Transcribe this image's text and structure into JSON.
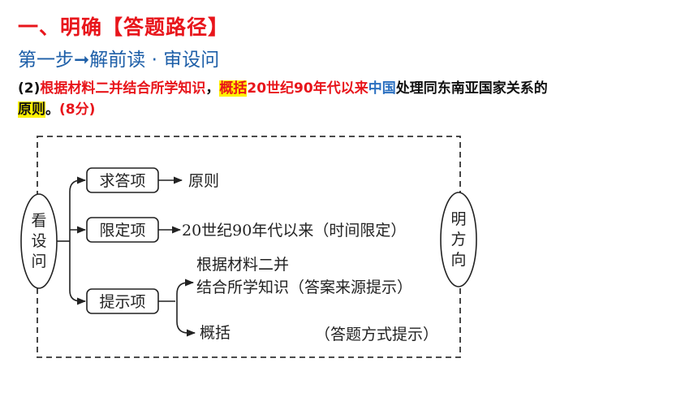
{
  "heading": "一、明确【答题路径】",
  "step": "第一步➞解前读 · 审设问",
  "question": {
    "prefix": "(2)",
    "part1": "根据材料二并结合所学知识",
    "comma": "，",
    "part2": "概括",
    "part3": "20世纪90年代以来",
    "part4": "中国",
    "part5": "处理同东南亚国家关系的",
    "part6": "原则",
    "part7": "。",
    "score": "(8分)"
  },
  "diagram": {
    "left_label": [
      "看",
      "设",
      "问"
    ],
    "right_label": [
      "明",
      "方",
      "向"
    ],
    "items": [
      {
        "label": "求答项",
        "content": "原则"
      },
      {
        "label": "限定项",
        "content": "20世纪90年代以来（时间限定）"
      },
      {
        "label": "提示项"
      }
    ],
    "hint_line1": "根据材料二并",
    "hint_line2": "结合所学知识（答案来源提示）",
    "hint_line3": "概括",
    "hint_line3_note": "（答题方式提示）"
  }
}
